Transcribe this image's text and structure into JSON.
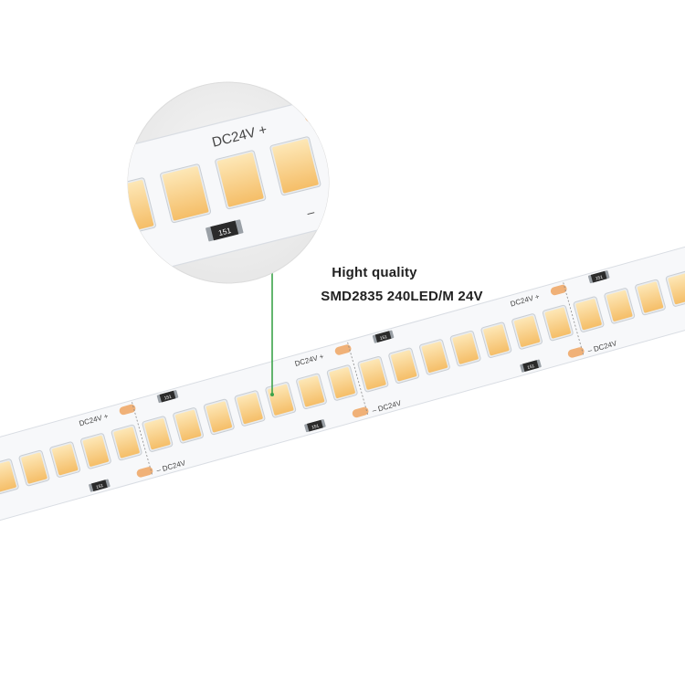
{
  "caption": {
    "line1": "Hight quality",
    "line2": "SMD2835 240LED/M 24V"
  },
  "strip_marking": {
    "voltage_plus": "DC24V +",
    "voltage_minus": "– DC24V",
    "resistor_code": "151",
    "minus_sign": "–"
  },
  "colors": {
    "background": "#ffffff",
    "pcb": "#f7f8fa",
    "pcb_edge": "#d9dde3",
    "led_frame": "#e9ecef",
    "led_phosphor": "#f7c777",
    "led_phosphor_light": "#fde7b6",
    "solder_pad": "#f0b178",
    "resistor_body": "#2b2b2b",
    "callout_line": "#3ca34a",
    "zoom_circle": "#eeeeee"
  },
  "icons": {
    "led": "smd-led-chip",
    "resistor": "smd-resistor",
    "pad": "solder-pad"
  }
}
